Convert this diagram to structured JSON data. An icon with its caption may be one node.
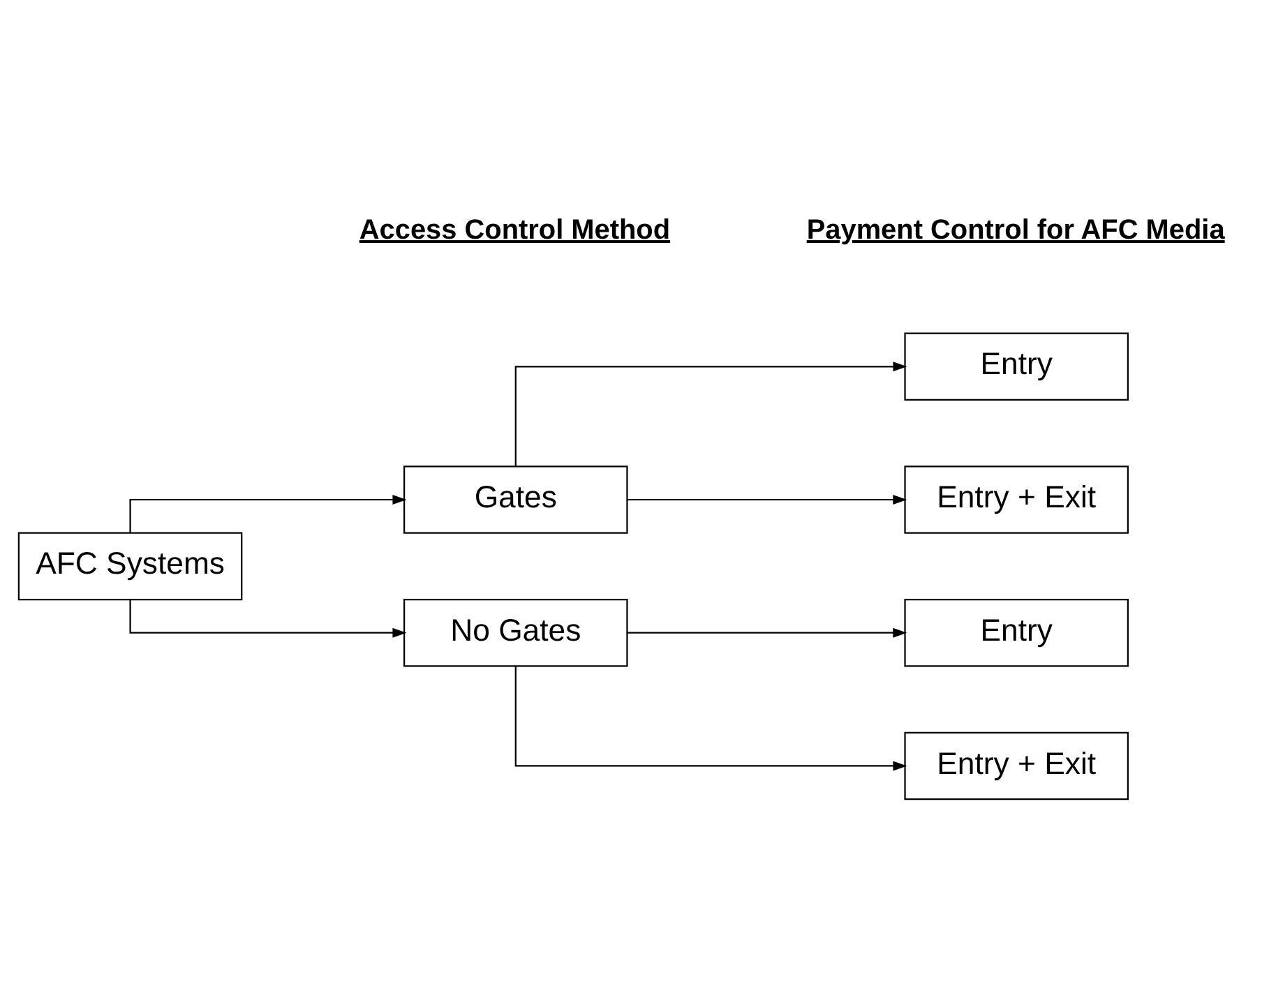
{
  "diagram": {
    "nodes": [
      {
        "text": [
          "AFC Systems"
        ]
      },
      {
        "text": [
          "Gates"
        ]
      },
      {
        "text": [
          "No Gates"
        ]
      },
      {
        "text": [
          "Entry"
        ]
      },
      {
        "text": [
          "Entry + Exit"
        ]
      },
      {
        "text": [
          "Entry"
        ]
      },
      {
        "text": [
          "Entry + Exit"
        ]
      }
    ],
    "edges": [
      {
        "from": 0,
        "to": 1,
        "arrow": "to"
      },
      {
        "from": 0,
        "to": 2,
        "arrow": "to"
      },
      {
        "from": 1,
        "to": 3,
        "arrow": "to"
      },
      {
        "from": 1,
        "to": 4,
        "arrow": "to"
      },
      {
        "from": 2,
        "to": 5,
        "arrow": "to"
      },
      {
        "from": 2,
        "to": 6,
        "arrow": "to"
      }
    ],
    "labels": [
      "Access Control Method",
      "Payment Control for AFC Media"
    ]
  }
}
